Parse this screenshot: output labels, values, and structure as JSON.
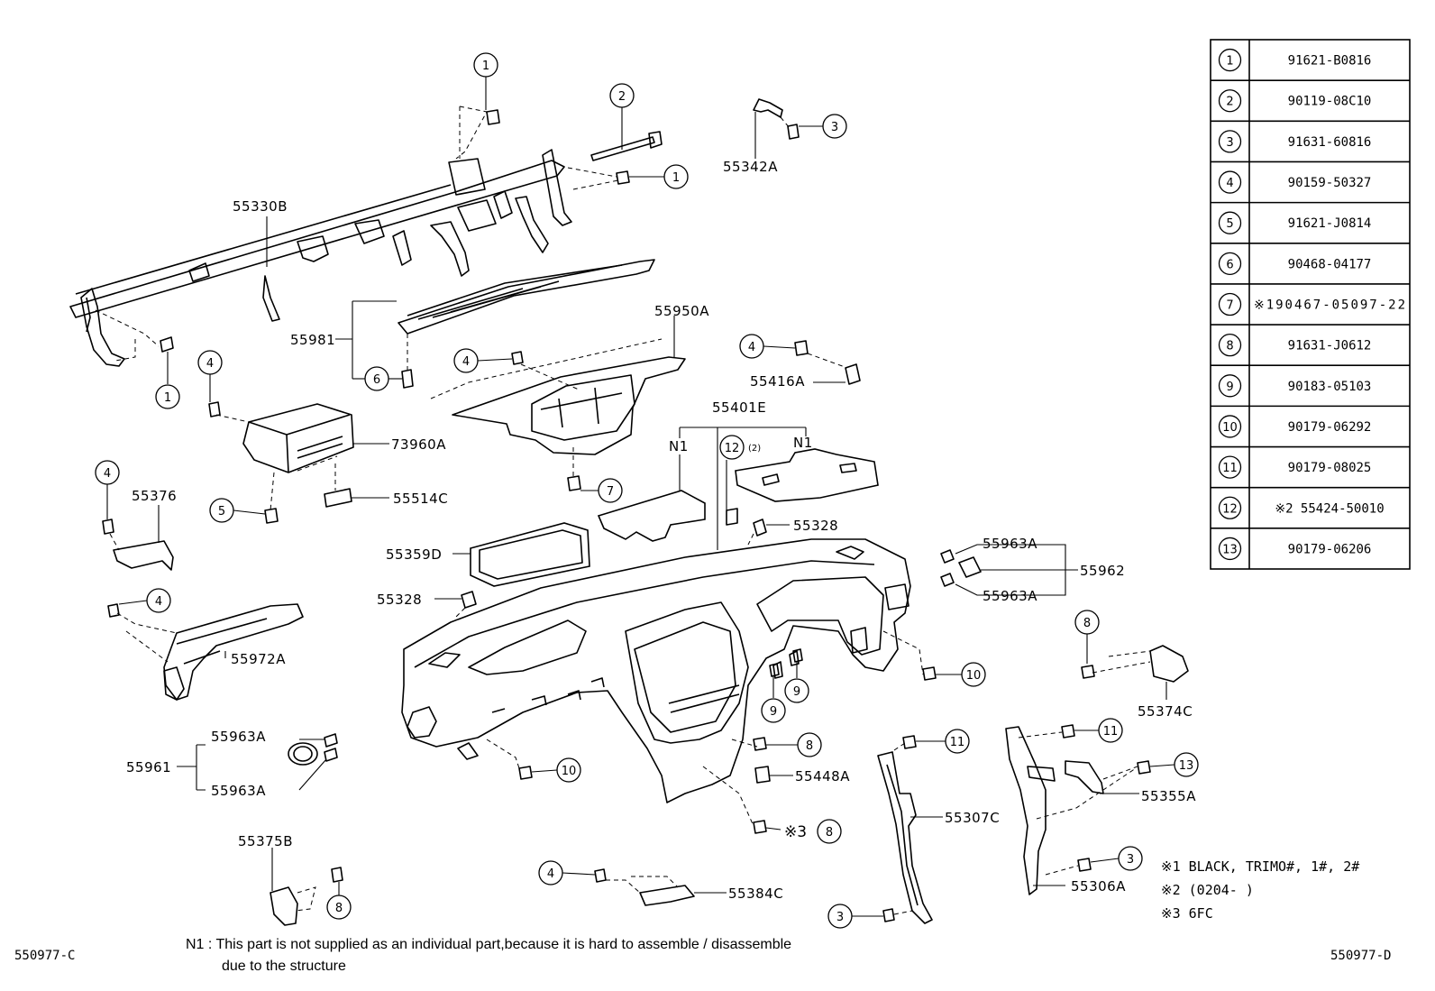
{
  "parts_table": [
    {
      "no": "1",
      "part": "91621-B0816"
    },
    {
      "no": "2",
      "part": "90119-08C10"
    },
    {
      "no": "3",
      "part": "91631-60816"
    },
    {
      "no": "4",
      "part": "90159-50327"
    },
    {
      "no": "5",
      "part": "91621-J0814"
    },
    {
      "no": "6",
      "part": "90468-04177"
    },
    {
      "no": "7",
      "part": "※190467-05097-22"
    },
    {
      "no": "8",
      "part": "91631-J0612"
    },
    {
      "no": "9",
      "part": "90183-05103"
    },
    {
      "no": "10",
      "part": "90179-06292"
    },
    {
      "no": "11",
      "part": "90179-08025"
    },
    {
      "no": "12",
      "part": "※2 55424-50010"
    },
    {
      "no": "13",
      "part": "90179-06206"
    }
  ],
  "part_labels": {
    "p55330B": "55330B",
    "p55342A": "55342A",
    "p55981": "55981",
    "p55950A": "55950A",
    "p55416A": "55416A",
    "p73960A": "73960A",
    "p55401E": "55401E",
    "p55376": "55376",
    "p55514C": "55514C",
    "p55328a": "55328",
    "p55328b": "55328",
    "p55359D": "55359D",
    "p55963A_1": "55963A",
    "p55963A_2": "55963A",
    "p55963A_3": "55963A",
    "p55963A_4": "55963A",
    "p55962": "55962",
    "p55972A": "55972A",
    "p55374C": "55374C",
    "p55961": "55961",
    "p55448A": "55448A",
    "p55355A": "55355A",
    "p55307C": "55307C",
    "p55375B": "55375B",
    "p55384C": "55384C",
    "p55306A": "55306A",
    "n1_left": "N1",
    "n1_right": "N1",
    "qty12": "(2)",
    "mark3": "※3"
  },
  "notes": [
    "※1 BLACK, TRIMO#, 1#, 2#",
    "※2 (0204-        )",
    "※3 6FC"
  ],
  "footnote_line1": "N1 :  This part is not supplied as an individual part,because it is hard to assemble / disassemble",
  "footnote_line2": "due to the structure",
  "code_left": "550977-C",
  "code_right": "550977-D"
}
